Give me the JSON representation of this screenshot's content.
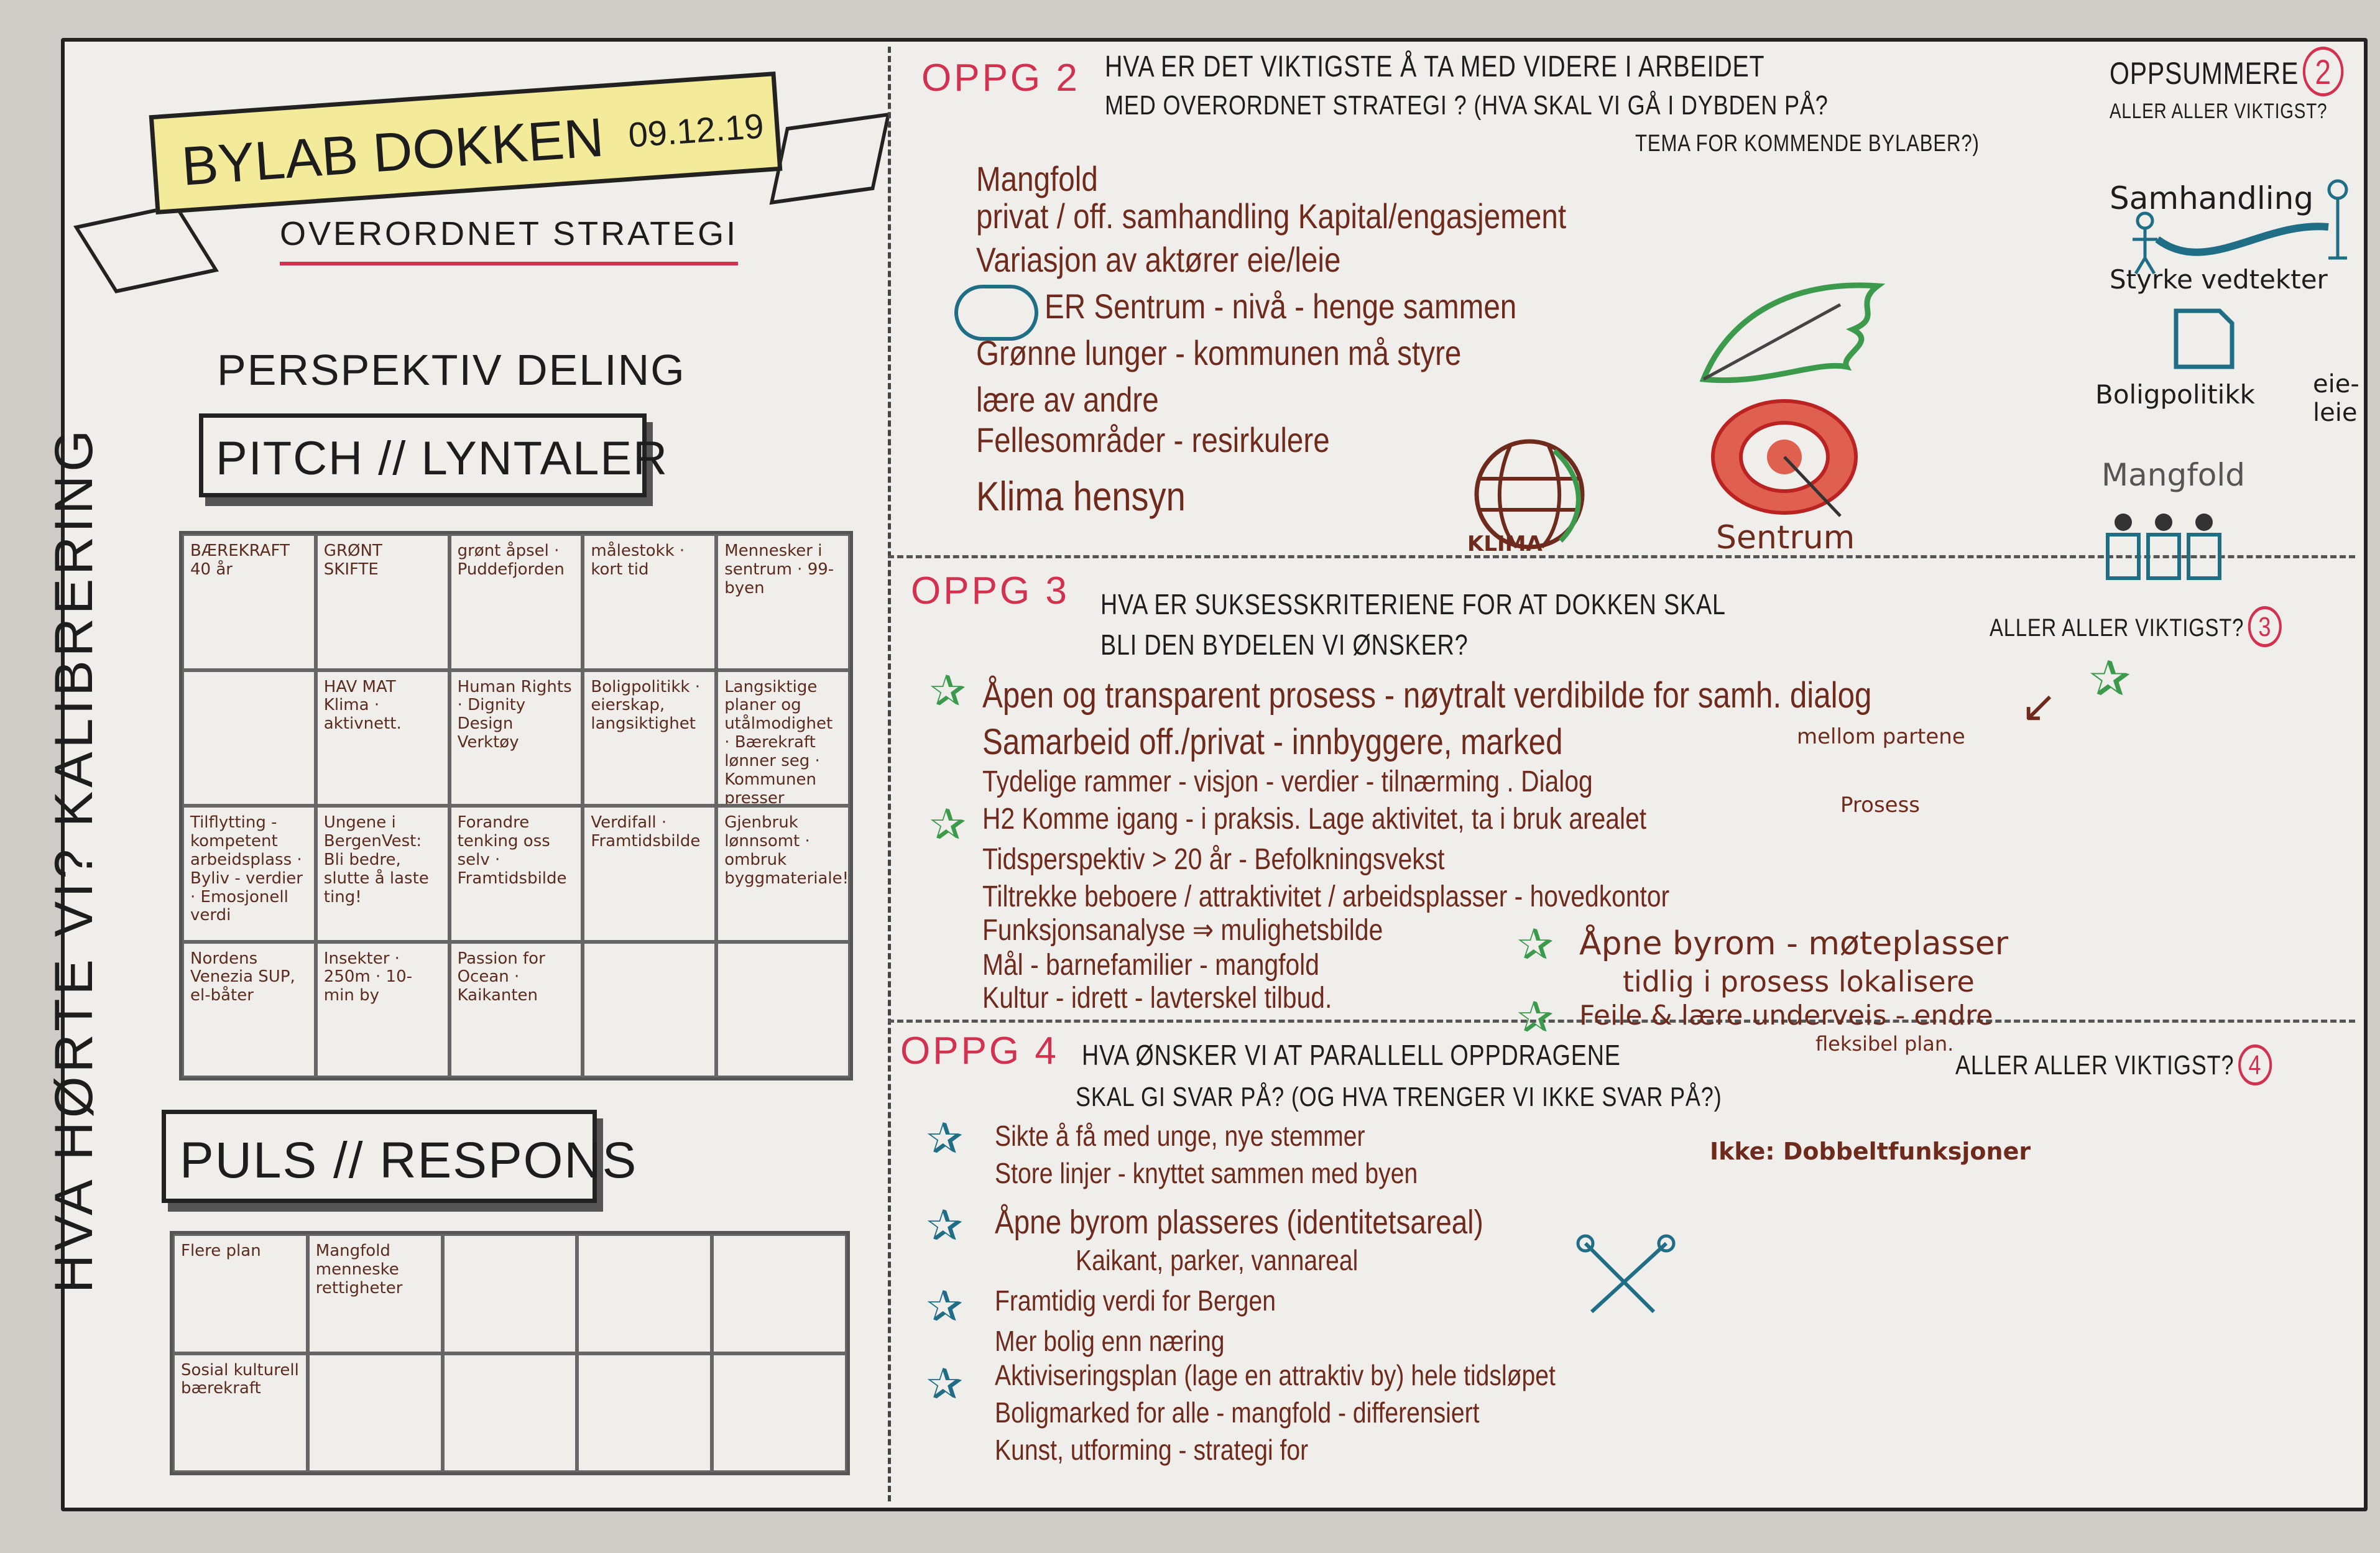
{
  "title": {
    "name": "BYLAB DOKKEN",
    "date": "09.12.19",
    "subtitle": "OVERORDNET STRATEGI"
  },
  "left": {
    "perspektiv": "PERSPEKTIV DELING",
    "pitch": "PITCH // LYNTALER",
    "puls": "PULS // RESPONS",
    "vertical": "HVA HØRTE VI?   KALIBRERING",
    "grid1": [
      [
        "BÆREKRAFT 40 år",
        "GRØNT SKIFTE",
        "grønt åpsel · Puddefjorden",
        "målestokk · kort tid",
        "Mennesker i sentrum · 99-byen"
      ],
      [
        "",
        "HAV MAT Klima · aktivnett.",
        "Human Rights · Dignity Design Verktøy",
        "Boligpolitikk · eierskap, langsiktighet",
        "Langsiktige planer og utålmodighet · Bærekraft lønner seg · Kommunen presser"
      ],
      [
        "Tilflytting - kompetent arbeidsplass · Byliv - verdier · Emosjonell verdi",
        "Ungene i BergenVest: Bli bedre, slutte å laste ting!",
        "Forandre tenking oss selv · Framtidsbilde",
        "Verdifall · Framtidsbilde",
        "Gjenbruk lønnsomt · ombruk byggmateriale!"
      ],
      [
        "Nordens Venezia SUP, el-båter",
        "Insekter · 250m · 10-min by",
        "Passion for Ocean · Kaikanten",
        "",
        ""
      ]
    ],
    "grid2": [
      [
        "Flere plan",
        "Mangfold menneske rettigheter",
        "",
        "",
        ""
      ],
      [
        "Sosial kulturell bærekraft",
        "",
        "",
        "",
        ""
      ]
    ]
  },
  "oppg2": {
    "label": "OPPG 2",
    "q1": "HVA ER DET VIKTIGSTE Å TA MED VIDERE I ARBEIDET",
    "q2": "MED OVERORDNET STRATEGI ? (HVA SKAL VI GÅ I DYBDEN PÅ?",
    "q3": "TEMA FOR KOMMENDE BYLABER?)",
    "lines": [
      "Mangfold",
      "privat / off. samhandling Kapital/engasjement",
      "Variasjon av aktører  eie/leie",
      "ER Sentrum  - nivå - henge sammen",
      "Grønne lunger -  kommunen må styre",
      "lære av andre",
      "Fellesområder - resirkulere",
      "Klima hensyn"
    ],
    "icons": {
      "globe": "KLIMA",
      "target": "Sentrum"
    }
  },
  "summary": {
    "title": "OPPSUMMERE",
    "num2": "2",
    "sub": "ALLER ALLER VIKTIGST?",
    "items": [
      "Samhandling",
      "Styrke vedtekter",
      "Boligpolitikk",
      "eie-leie",
      "Mangfold"
    ],
    "a3": "ALLER ALLER VIKTIGST?",
    "num3": "3",
    "a4": "ALLER ALLER VIKTIGST?",
    "num4": "4"
  },
  "oppg3": {
    "label": "OPPG 3",
    "q1": "HVA ER SUKSESSKRITERIENE FOR AT DOKKEN SKAL",
    "q2": "BLI DEN BYDELEN VI ØNSKER?",
    "lines": [
      "Åpen og transparent prosess - nøytralt verdibilde for samh. dialog",
      "Samarbeid off./privat - innbyggere, marked",
      "Tydelige rammer - visjon - verdier - tilnærming . Dialog",
      "H2 Komme igang - i praksis.  Lage aktivitet, ta i bruk arealet",
      "Tidsperspektiv > 20 år - Befolkningsvekst",
      "Tiltrekke beboere / attraktivitet / arbeidsplasser - hovedkontor",
      "Funksjonsanalyse ⇒ mulighetsbilde",
      "Mål - barnefamilier - mangfold",
      "Kultur - idrett - lavterskel tilbud."
    ],
    "side": [
      "mellom partene",
      "Prosess",
      "Åpne byrom - møteplasser",
      "tidlig i prosess lokalisere",
      "Feile & lære underveis - endre",
      "fleksibel plan."
    ]
  },
  "oppg4": {
    "label": "OPPG 4",
    "q1": "HVA ØNSKER VI AT PARALLELL OPPDRAGENE",
    "q2": "SKAL GI SVAR PÅ? (OG HVA TRENGER VI IKKE SVAR PÅ?)",
    "lines": [
      "Sikte å få med unge, nye stemmer",
      "Store linjer - knyttet sammen med byen",
      "Åpne byrom plasseres (identitetsareal)",
      "Kaikant, parker, vannareal",
      "Framtidig verdi for Bergen",
      "Mer bolig enn næring",
      "Aktiviseringsplan (lage en attraktiv by) hele tidsløpet",
      "Boligmarked for alle - mangfold - differensiert",
      "Kunst, utforming - strategi for"
    ],
    "ikke": "Ikke: Dobbeltfunksjoner"
  }
}
